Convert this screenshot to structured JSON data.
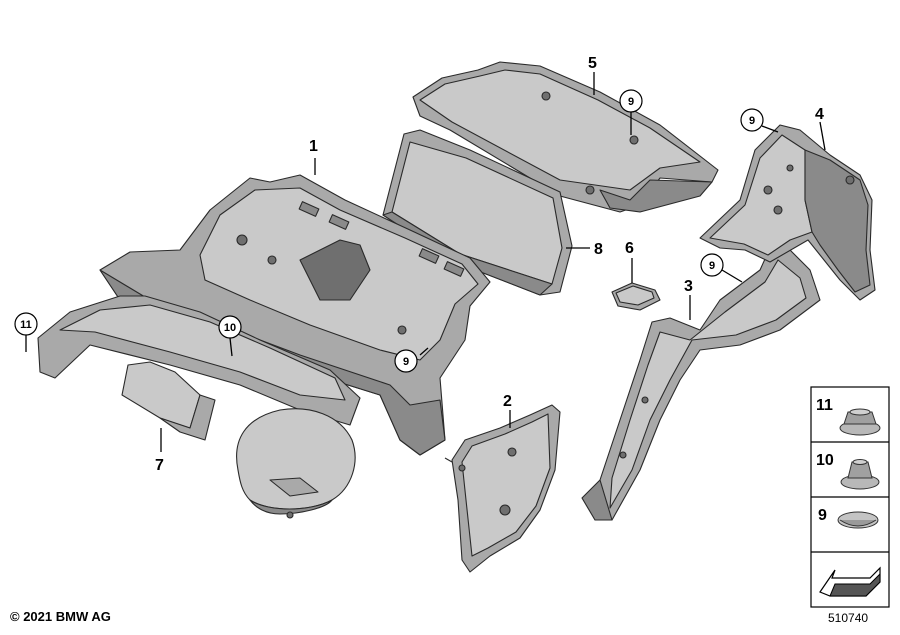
{
  "callouts": [
    {
      "id": "1",
      "label": "1"
    },
    {
      "id": "2",
      "label": "2"
    },
    {
      "id": "3",
      "label": "3"
    },
    {
      "id": "4",
      "label": "4"
    },
    {
      "id": "5",
      "label": "5"
    },
    {
      "id": "6",
      "label": "6"
    },
    {
      "id": "7",
      "label": "7"
    },
    {
      "id": "8",
      "label": "8"
    }
  ],
  "circled_callouts": [
    {
      "label": "9"
    },
    {
      "label": "9"
    },
    {
      "label": "9"
    },
    {
      "label": "9"
    },
    {
      "label": "10"
    },
    {
      "label": "11"
    }
  ],
  "legend": [
    {
      "label": "11",
      "icon": "flange-nut-icon"
    },
    {
      "label": "10",
      "icon": "cage-nut-icon"
    },
    {
      "label": "9",
      "icon": "push-clip-icon"
    },
    {
      "label": "",
      "icon": "direction-arrow-icon"
    }
  ],
  "footer": {
    "copyright": "© 2021 BMW AG",
    "diagram_number": "510740"
  }
}
